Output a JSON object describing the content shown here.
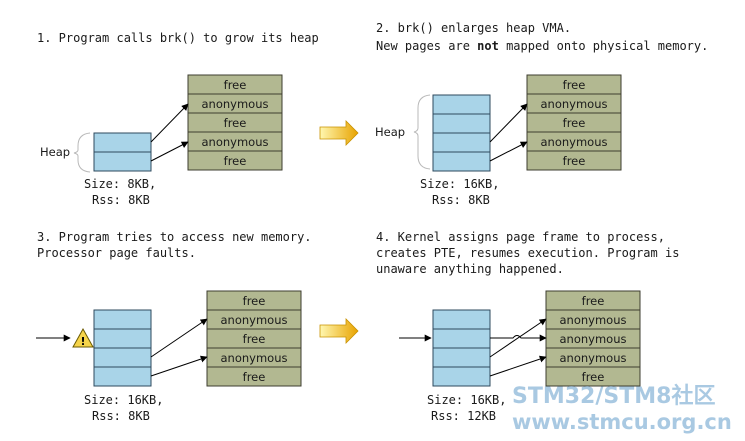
{
  "panels": [
    {
      "id": "panel-1",
      "caption": [
        "1. Program calls brk() to grow its heap"
      ],
      "heap_label": "Heap",
      "size_line": "Size: 8KB,",
      "rss_line": "Rss: 8KB",
      "pages": [
        "free",
        "anonymous",
        "free",
        "anonymous",
        "free"
      ]
    },
    {
      "id": "panel-2",
      "caption": [
        "2. brk() enlarges heap VMA.",
        "New pages are ",
        "not",
        " mapped onto physical memory."
      ],
      "heap_label": "Heap",
      "size_line": "Size: 16KB,",
      "rss_line": "Rss: 8KB",
      "pages": [
        "free",
        "anonymous",
        "free",
        "anonymous",
        "free"
      ]
    },
    {
      "id": "panel-3",
      "caption": [
        "3. Program tries to access new memory.",
        "Processor page faults."
      ],
      "size_line": "Size: 16KB,",
      "rss_line": "Rss: 8KB",
      "pages": [
        "free",
        "anonymous",
        "free",
        "anonymous",
        "free"
      ],
      "warning_symbol": "!"
    },
    {
      "id": "panel-4",
      "caption": [
        "4. Kernel assigns page frame to process,",
        "creates PTE, resumes execution. Program is",
        "unaware anything happened."
      ],
      "size_line": "Size: 16KB,",
      "rss_line": "Rss: 12KB",
      "pages": [
        "free",
        "anonymous",
        "anonymous",
        "anonymous",
        "free"
      ]
    }
  ],
  "watermark": {
    "line1": "STM32/STM8社区",
    "line2": "www.stmcu.org.cn"
  },
  "colors": {
    "heap_fill": "#a9d4e8",
    "page_fill": "#b2b891",
    "step_arrow_gradient_start": "#fff7b0",
    "step_arrow_gradient_end": "#e8a300",
    "warning_fill": "#f6d44a"
  },
  "icons": [
    "step-arrow-icon",
    "warning-icon"
  ]
}
